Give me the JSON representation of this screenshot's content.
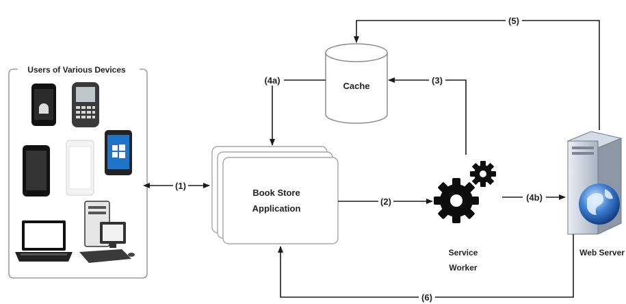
{
  "users_group": {
    "title": "Users of Various Devices"
  },
  "devices": [
    {
      "icon": "android-phone-icon"
    },
    {
      "icon": "blackberry-phone-icon"
    },
    {
      "icon": "windows-phone-icon"
    },
    {
      "icon": "tablet-icon"
    },
    {
      "icon": "white-phone-icon"
    },
    {
      "icon": "laptop-icon"
    },
    {
      "icon": "desktop-computer-icon"
    }
  ],
  "nodes": {
    "cache": {
      "label": "Cache"
    },
    "app": {
      "line1": "Book Store",
      "line2": "Application"
    },
    "service_worker": {
      "line1": "Service",
      "line2": "Worker",
      "icon": "gears-icon"
    },
    "web_server": {
      "label": "Web Server",
      "icon": "server-globe-icon"
    }
  },
  "edges": {
    "e1": "(1)",
    "e2": "(2)",
    "e3": "(3)",
    "e4a": "(4a)",
    "e4b": "(4b)",
    "e5": "(5)",
    "e6": "(6)"
  },
  "colors": {
    "line": "#1a1a1a",
    "box_border": "#9a9a9a",
    "group_border": "#8a8a8a"
  }
}
